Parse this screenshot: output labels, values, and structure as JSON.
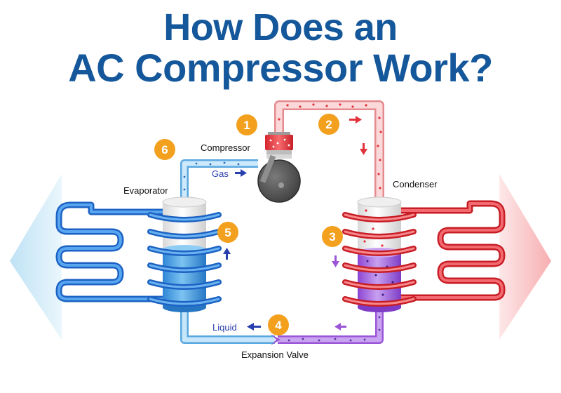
{
  "title": {
    "line1": "How Does an",
    "line2": "AC Compressor Work?"
  },
  "labels": {
    "compressor": "Compressor",
    "condenser": "Condenser",
    "evaporator": "Evaporator",
    "expansion_valve": "Expansion Valve",
    "gas": "Gas",
    "liquid": "Liquid"
  },
  "steps": [
    "1",
    "2",
    "3",
    "4",
    "5",
    "6"
  ],
  "colors": {
    "title": "#14579a",
    "badge": "#f2a01d",
    "hot": "#e2323a",
    "cold": "#2477d4",
    "liquid_purple": "#9a55d8",
    "arrow_blue": "#2a3fae"
  }
}
